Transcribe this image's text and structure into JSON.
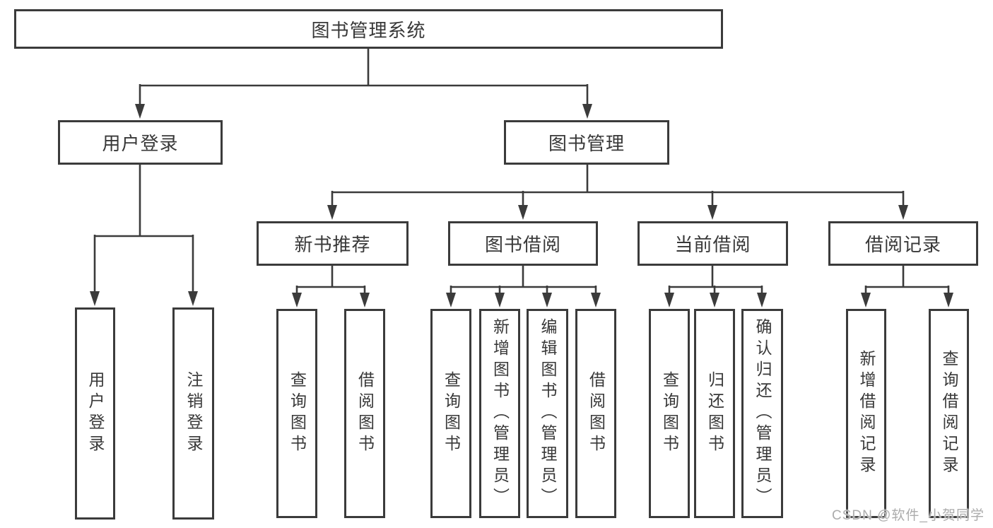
{
  "tree": {
    "root": {
      "label": "图书管理系统"
    },
    "branches": [
      {
        "label": "用户登录",
        "children": [
          {
            "label": "用户登录"
          },
          {
            "label": "注销登录"
          }
        ]
      },
      {
        "label": "图书管理",
        "children": [
          {
            "label": "新书推荐",
            "children": [
              {
                "label": "查询图书"
              },
              {
                "label": "借阅图书"
              }
            ]
          },
          {
            "label": "图书借阅",
            "children": [
              {
                "label": "查询图书"
              },
              {
                "label": "新增图书（管理员）"
              },
              {
                "label": "编辑图书（管理员）"
              },
              {
                "label": "借阅图书"
              }
            ]
          },
          {
            "label": "当前借阅",
            "children": [
              {
                "label": "查询图书"
              },
              {
                "label": "归还图书"
              },
              {
                "label": "确认归还（管理员）"
              }
            ]
          },
          {
            "label": "借阅记录",
            "children": [
              {
                "label": "新增借阅记录"
              },
              {
                "label": "查询借阅记录"
              }
            ]
          }
        ]
      }
    ]
  },
  "watermark": {
    "text": "CSDN @软件_小贺同学"
  },
  "colors": {
    "line": "#3b3b3b",
    "text": "#383838",
    "watermark": "#acacac",
    "background": "#ffffff"
  }
}
